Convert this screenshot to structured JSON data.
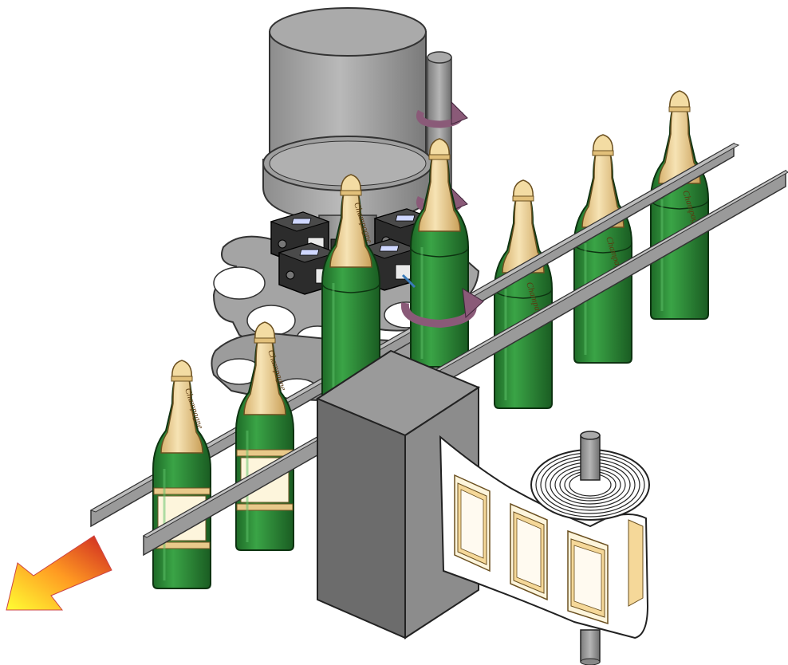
{
  "diagram": {
    "bottle_label_text": "Champagne",
    "colors": {
      "bottle_green": "#2a8a33",
      "bottle_green_dark": "#1a5c22",
      "foil_gold": "#e8c98a",
      "cork": "#f0d9a0",
      "label_cream": "#fdf5dc",
      "machine_gray": "#8a8a8a",
      "machine_dark": "#5a5a5a",
      "rail_gray": "#9a9a9a",
      "turntable_gray": "#a0a0a0",
      "sensor_black": "#2a2a2a",
      "rotation_arrow": "#8a5a78",
      "flow_arrow_start": "#ffff33",
      "flow_arrow_end": "#cc2222"
    },
    "components": [
      "turret-drum",
      "drive-shaft",
      "sensor-heads",
      "starwheel",
      "conveyor-rails",
      "labeling-head",
      "label-roll",
      "label-strip",
      "bottles",
      "output-arrow"
    ]
  }
}
